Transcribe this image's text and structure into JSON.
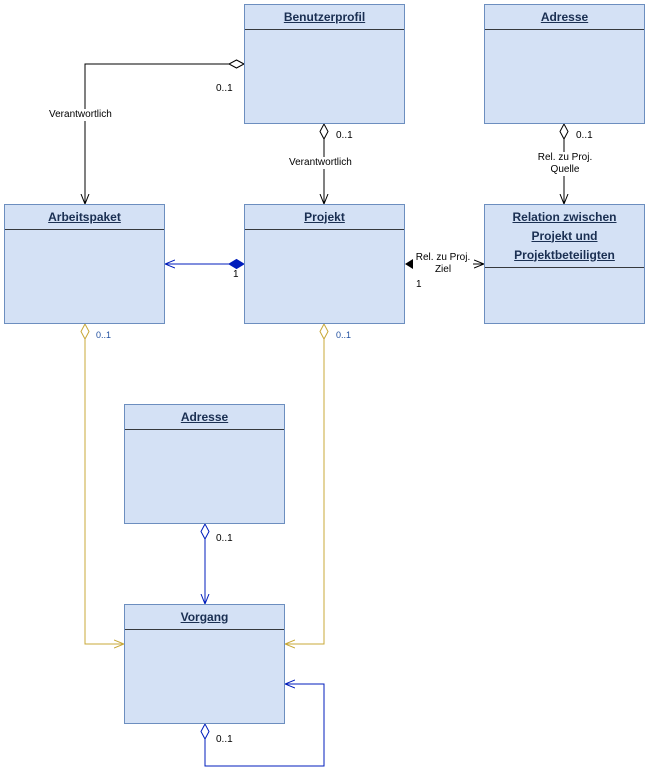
{
  "classes": {
    "benutzerprofil": "Benutzerprofil",
    "adresse_top": "Adresse",
    "arbeitspaket": "Arbeitspaket",
    "projekt": "Projekt",
    "relation": "Relation zwischen Projekt und Projektbeteiligten",
    "adresse_mid": "Adresse",
    "vorgang": "Vorgang"
  },
  "edge_labels": {
    "verantwortlich_left": "Verantwortlich",
    "verantwortlich_mid": "Verantwortlich",
    "rel_quelle": "Rel. zu Proj.\nQuelle",
    "rel_ziel": "Rel. zu Proj.\nZiel"
  },
  "multiplicities": {
    "benutzer_left": "0..1",
    "benutzer_bottom": "0..1",
    "adresse_top": "0..1",
    "projekt_arbeitspaket": "1",
    "projekt_relation": "1",
    "arbeitspaket_vorgang": "0..1",
    "projekt_vorgang": "0..1",
    "adresse_vorgang": "0..1",
    "vorgang_self": "0..1"
  },
  "colors": {
    "class_fill": "#d4e1f5",
    "class_stroke": "#6c8ebf",
    "edge_black": "#000000",
    "edge_blue": "#001dbc",
    "edge_gold": "#c8a838"
  }
}
